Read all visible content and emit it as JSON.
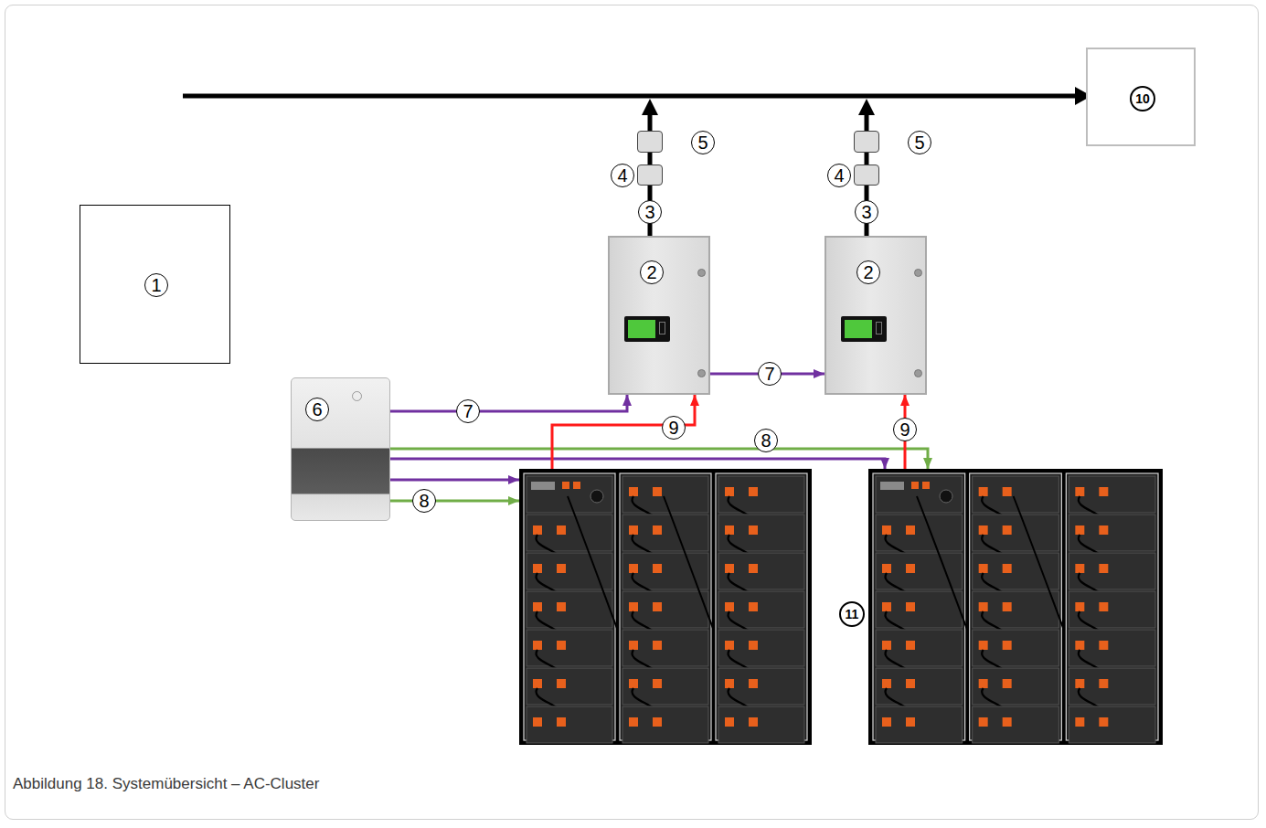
{
  "diagram": {
    "caption": "Abbildung 18. Systemübersicht – AC-Cluster",
    "nodes": [
      {
        "text": [
          "1"
        ]
      },
      {
        "text": [
          "10"
        ]
      },
      {
        "text": [
          "2"
        ]
      },
      {
        "text": [
          "2"
        ]
      },
      {
        "text": [
          "6"
        ]
      },
      {
        "text": []
      },
      {
        "text": [
          "11"
        ]
      },
      {
        "text": [
          "5"
        ]
      },
      {
        "text": [
          "4"
        ]
      },
      {
        "text": [
          "5"
        ]
      },
      {
        "text": [
          "4"
        ]
      }
    ],
    "edges": [
      {
        "from": 2,
        "to": 8,
        "arrow": "none",
        "label": "3"
      },
      {
        "from": 8,
        "to": 7,
        "arrow": "none"
      },
      {
        "from": 3,
        "to": 10,
        "arrow": "none",
        "label": "3"
      },
      {
        "from": 10,
        "to": 9,
        "arrow": "none"
      },
      {
        "from": 4,
        "to": 2,
        "arrow": "to",
        "label": "7"
      },
      {
        "from": 2,
        "to": 3,
        "arrow": "to",
        "label": "7"
      },
      {
        "from": 4,
        "to": 5,
        "arrow": "to"
      },
      {
        "from": 4,
        "to": 5,
        "arrow": "to",
        "label": "8"
      },
      {
        "from": 4,
        "to": 6,
        "arrow": "to"
      },
      {
        "from": 4,
        "to": 6,
        "arrow": "to",
        "label": "8"
      },
      {
        "from": 5,
        "to": 2,
        "arrow": "to",
        "label": "9"
      },
      {
        "from": 6,
        "to": 3,
        "arrow": "to",
        "label": "9"
      }
    ]
  }
}
